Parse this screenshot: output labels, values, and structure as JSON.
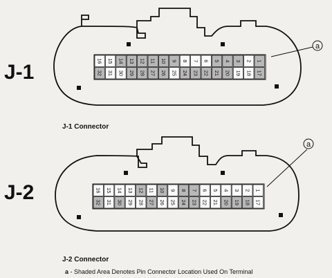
{
  "connectors": [
    {
      "label": "J-1",
      "caption": "J-1 Connector",
      "callout": "a",
      "top_row": [
        {
          "pin": "16",
          "shaded": false
        },
        {
          "pin": "15",
          "shaded": false
        },
        {
          "pin": "14",
          "shaded": true
        },
        {
          "pin": "13",
          "shaded": true
        },
        {
          "pin": "12",
          "shaded": true
        },
        {
          "pin": "11",
          "shaded": true
        },
        {
          "pin": "10",
          "shaded": true
        },
        {
          "pin": "9",
          "shaded": true
        },
        {
          "pin": "8",
          "shaded": false
        },
        {
          "pin": "7",
          "shaded": false
        },
        {
          "pin": "6",
          "shaded": false
        },
        {
          "pin": "5",
          "shaded": true
        },
        {
          "pin": "4",
          "shaded": true
        },
        {
          "pin": "3",
          "shaded": true
        },
        {
          "pin": "2",
          "shaded": false
        },
        {
          "pin": "1",
          "shaded": true
        }
      ],
      "bottom_row": [
        {
          "pin": "32",
          "shaded": true
        },
        {
          "pin": "31",
          "shaded": false
        },
        {
          "pin": "30",
          "shaded": false
        },
        {
          "pin": "29",
          "shaded": true
        },
        {
          "pin": "28",
          "shaded": true
        },
        {
          "pin": "27",
          "shaded": true
        },
        {
          "pin": "26",
          "shaded": true
        },
        {
          "pin": "25",
          "shaded": false
        },
        {
          "pin": "24",
          "shaded": true
        },
        {
          "pin": "23",
          "shaded": true
        },
        {
          "pin": "22",
          "shaded": true
        },
        {
          "pin": "21",
          "shaded": true
        },
        {
          "pin": "20",
          "shaded": true
        },
        {
          "pin": "19",
          "shaded": false
        },
        {
          "pin": "18",
          "shaded": false
        },
        {
          "pin": "17",
          "shaded": true
        }
      ]
    },
    {
      "label": "J-2",
      "caption": "J-2 Connector",
      "callout": "a",
      "top_row": [
        {
          "pin": "16",
          "shaded": false
        },
        {
          "pin": "15",
          "shaded": false
        },
        {
          "pin": "14",
          "shaded": false
        },
        {
          "pin": "13",
          "shaded": false
        },
        {
          "pin": "12",
          "shaded": true
        },
        {
          "pin": "11",
          "shaded": false
        },
        {
          "pin": "10",
          "shaded": true
        },
        {
          "pin": "9",
          "shaded": false
        },
        {
          "pin": "8",
          "shaded": true
        },
        {
          "pin": "7",
          "shaded": true
        },
        {
          "pin": "6",
          "shaded": false
        },
        {
          "pin": "5",
          "shaded": false
        },
        {
          "pin": "4",
          "shaded": false
        },
        {
          "pin": "3",
          "shaded": false
        },
        {
          "pin": "2",
          "shaded": false
        },
        {
          "pin": "1",
          "shaded": false
        }
      ],
      "bottom_row": [
        {
          "pin": "32",
          "shaded": true
        },
        {
          "pin": "31",
          "shaded": false
        },
        {
          "pin": "30",
          "shaded": true
        },
        {
          "pin": "29",
          "shaded": false
        },
        {
          "pin": "28",
          "shaded": false
        },
        {
          "pin": "27",
          "shaded": true
        },
        {
          "pin": "26",
          "shaded": false
        },
        {
          "pin": "25",
          "shaded": false
        },
        {
          "pin": "24",
          "shaded": true
        },
        {
          "pin": "23",
          "shaded": true
        },
        {
          "pin": "22",
          "shaded": false
        },
        {
          "pin": "21",
          "shaded": false
        },
        {
          "pin": "20",
          "shaded": true
        },
        {
          "pin": "19",
          "shaded": true
        },
        {
          "pin": "18",
          "shaded": true
        },
        {
          "pin": "17",
          "shaded": false
        }
      ]
    }
  ],
  "legend": {
    "key": "a",
    "text": " - Shaded Area Denotes Pin Connector Location Used On Terminal"
  },
  "colors": {
    "background": "#f2f0ec",
    "outline": "#111111",
    "shaded_pin": "#b8b8b8",
    "pin": "#fafafa",
    "marker": "#111111"
  }
}
